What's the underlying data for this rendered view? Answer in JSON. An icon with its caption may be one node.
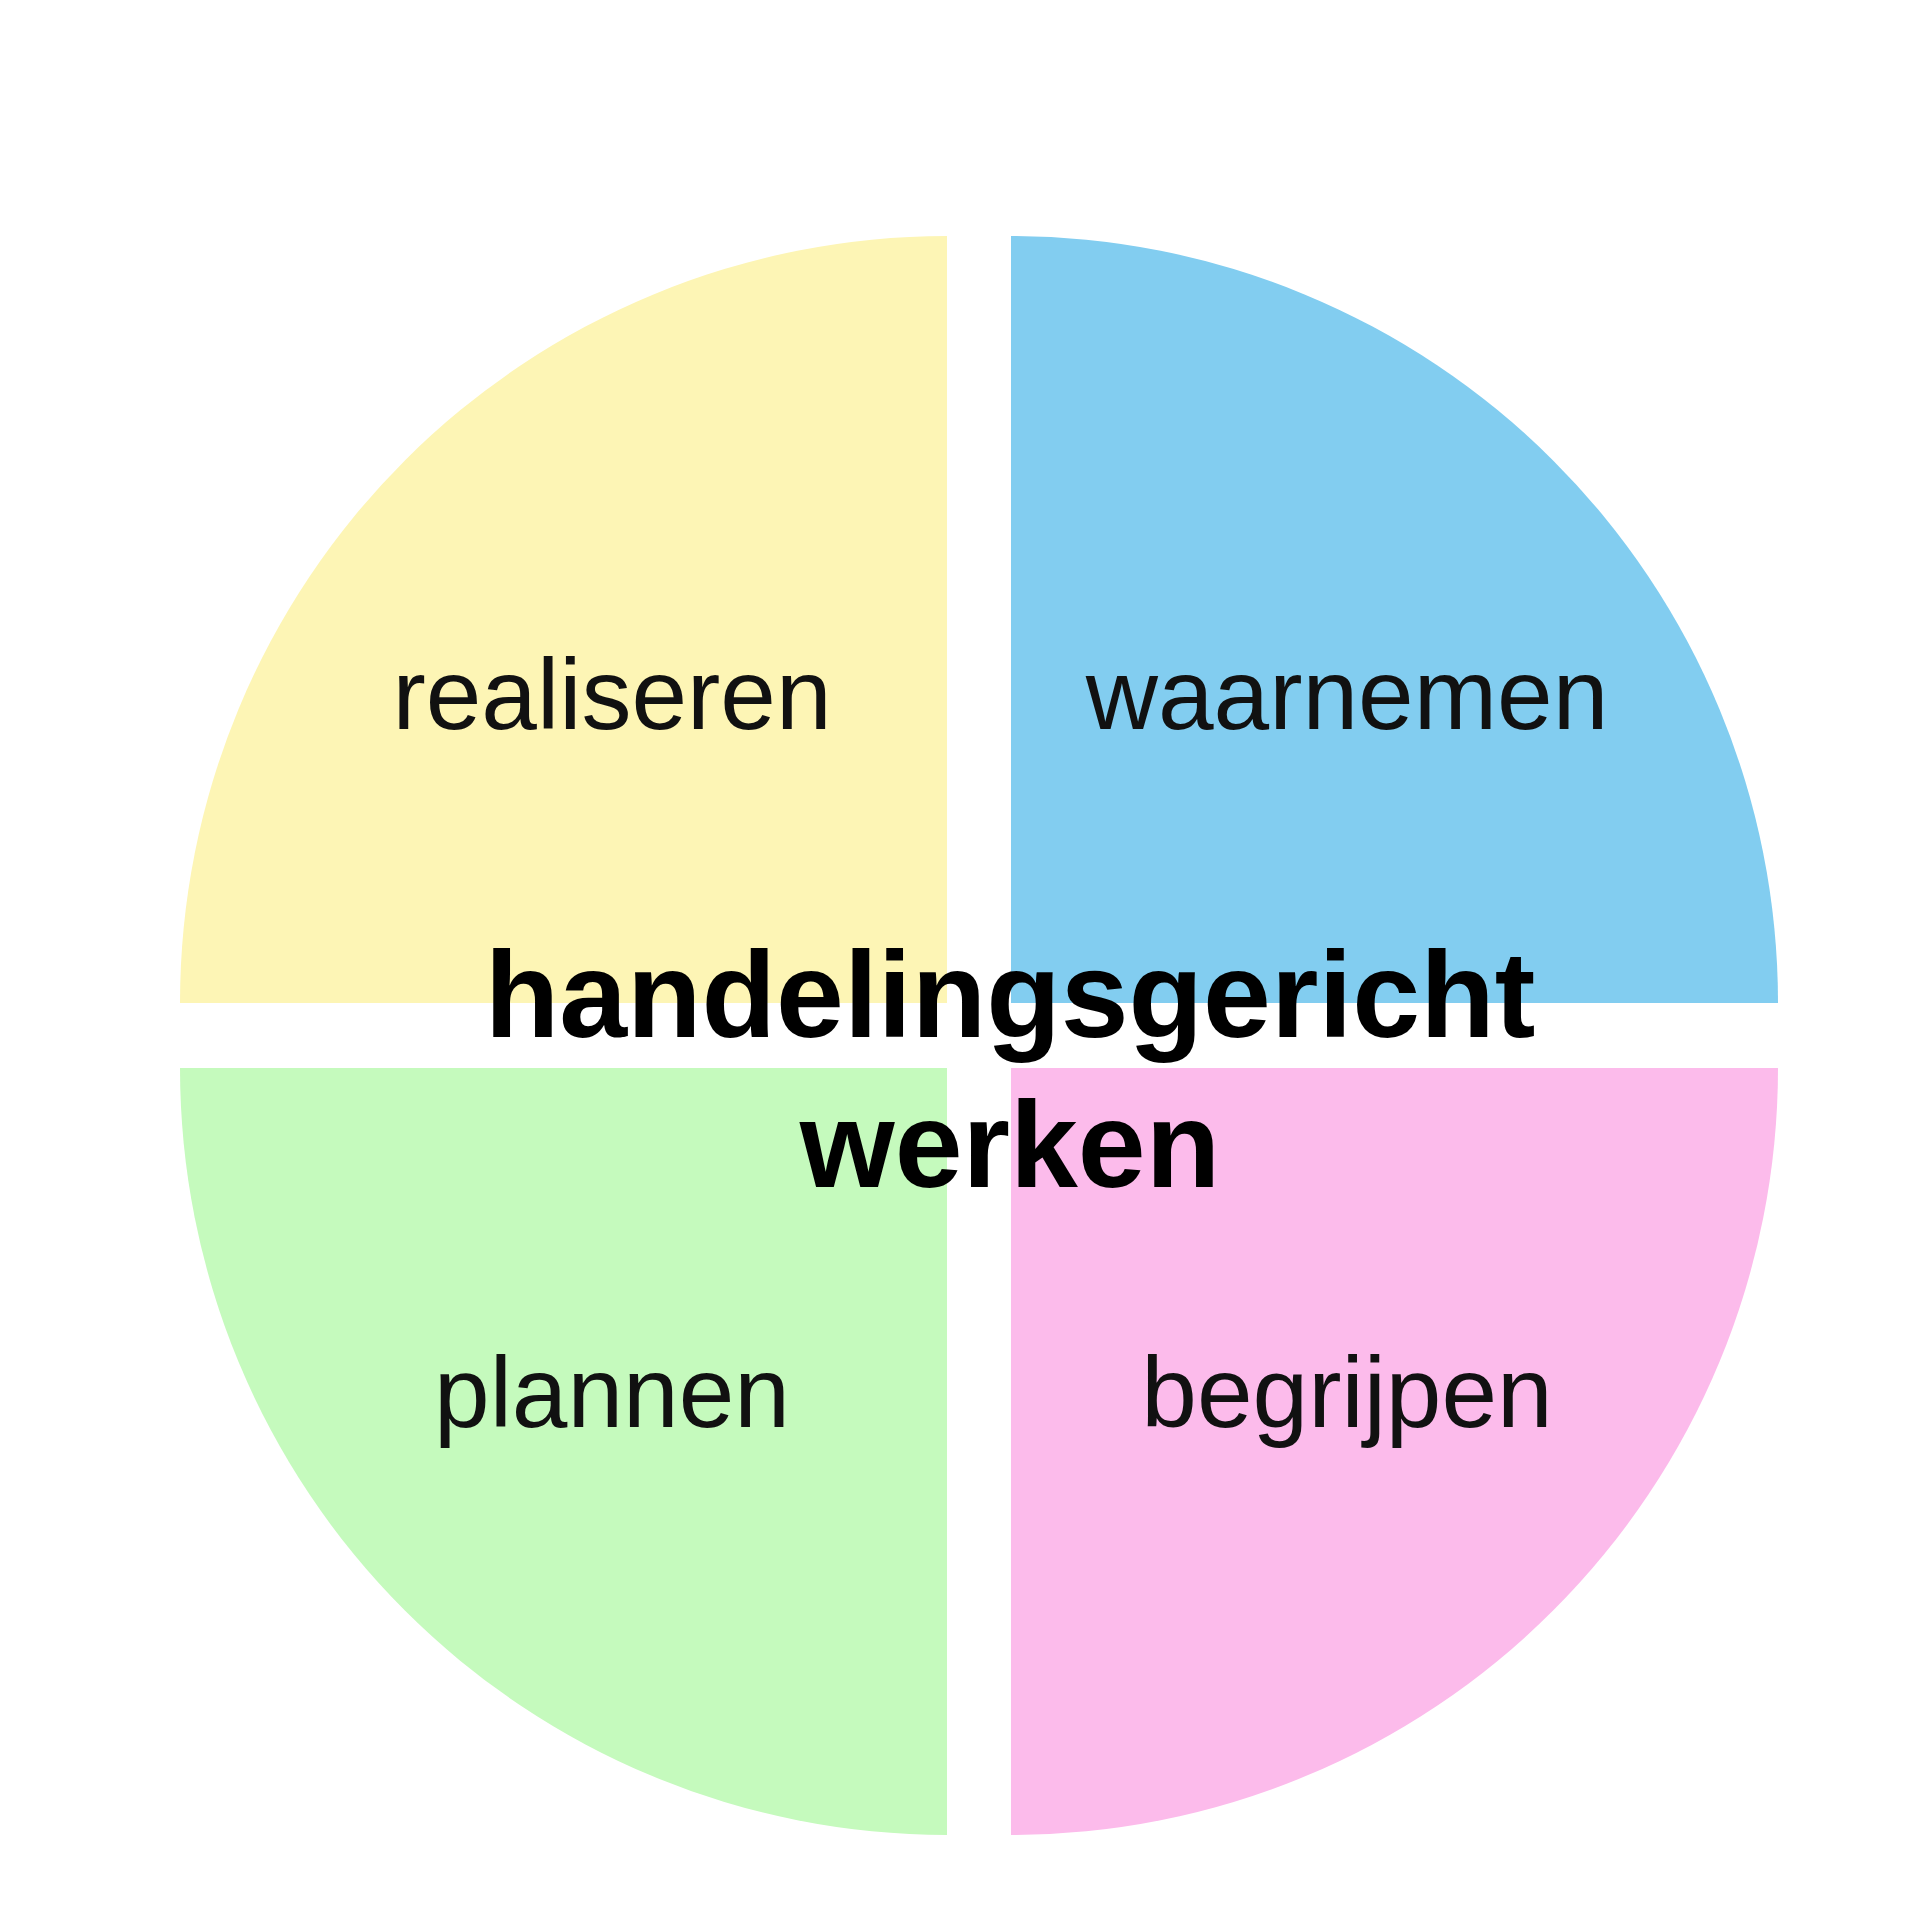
{
  "diagram": {
    "title": "handelingsgericht werken",
    "nodes": [
      {
        "text": [
          "realiseren"
        ]
      },
      {
        "text": [
          "waarnemen"
        ]
      },
      {
        "text": [
          "plannen"
        ]
      },
      {
        "text": [
          "begrijpen"
        ]
      }
    ]
  }
}
